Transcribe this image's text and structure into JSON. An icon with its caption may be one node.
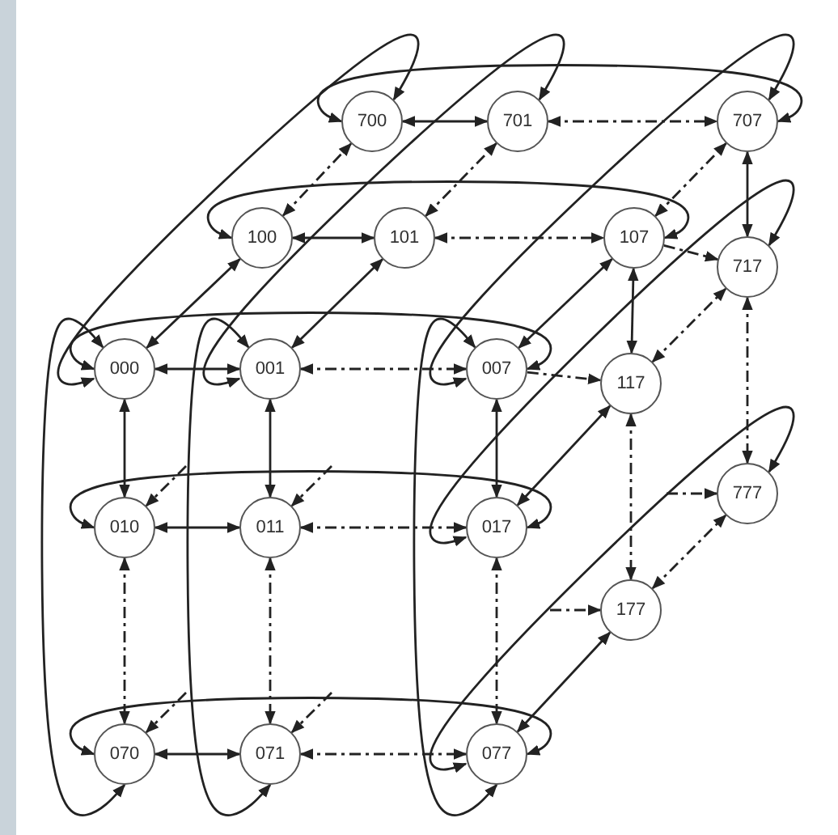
{
  "diagram": {
    "nodes": [
      {
        "text": [
          "700"
        ]
      },
      {
        "text": [
          "701"
        ]
      },
      {
        "text": [
          "707"
        ]
      },
      {
        "text": [
          "100"
        ]
      },
      {
        "text": [
          "101"
        ]
      },
      {
        "text": [
          "107"
        ]
      },
      {
        "text": [
          "717"
        ]
      },
      {
        "text": [
          "000"
        ]
      },
      {
        "text": [
          "001"
        ]
      },
      {
        "text": [
          "007"
        ]
      },
      {
        "text": [
          "117"
        ]
      },
      {
        "text": [
          "010"
        ]
      },
      {
        "text": [
          "011"
        ]
      },
      {
        "text": [
          "017"
        ]
      },
      {
        "text": [
          "777"
        ]
      },
      {
        "text": [
          "177"
        ]
      },
      {
        "text": [
          "070"
        ]
      },
      {
        "text": [
          "071"
        ]
      },
      {
        "text": [
          "077"
        ]
      }
    ],
    "edges": [
      {
        "from": 7,
        "to": 8,
        "arrow": "both"
      },
      {
        "from": 8,
        "to": 9,
        "arrow": "both",
        "style": "dashed"
      },
      {
        "from": 11,
        "to": 12,
        "arrow": "both"
      },
      {
        "from": 12,
        "to": 13,
        "arrow": "both",
        "style": "dashed"
      },
      {
        "from": 16,
        "to": 17,
        "arrow": "both"
      },
      {
        "from": 17,
        "to": 18,
        "arrow": "both",
        "style": "dashed"
      },
      {
        "from": 3,
        "to": 4,
        "arrow": "both"
      },
      {
        "from": 4,
        "to": 5,
        "arrow": "both",
        "style": "dashed"
      },
      {
        "from": 0,
        "to": 1,
        "arrow": "both"
      },
      {
        "from": 1,
        "to": 2,
        "arrow": "both",
        "style": "dashed"
      },
      {
        "from": 7,
        "to": 11,
        "arrow": "both"
      },
      {
        "from": 11,
        "to": 16,
        "arrow": "both",
        "style": "dashed"
      },
      {
        "from": 8,
        "to": 12,
        "arrow": "both"
      },
      {
        "from": 12,
        "to": 17,
        "arrow": "both",
        "style": "dashed"
      },
      {
        "from": 9,
        "to": 13,
        "arrow": "both"
      },
      {
        "from": 13,
        "to": 18,
        "arrow": "both",
        "style": "dashed"
      },
      {
        "from": 2,
        "to": 6,
        "arrow": "both"
      },
      {
        "from": 6,
        "to": 14,
        "arrow": "both",
        "style": "dashed"
      },
      {
        "from": 5,
        "to": 10,
        "arrow": "both"
      },
      {
        "from": 10,
        "to": 15,
        "arrow": "both",
        "style": "dashed"
      },
      {
        "from": 7,
        "to": 3,
        "arrow": "both"
      },
      {
        "from": 3,
        "to": 0,
        "arrow": "both",
        "style": "dashed"
      },
      {
        "from": 8,
        "to": 4,
        "arrow": "both"
      },
      {
        "from": 4,
        "to": 1,
        "arrow": "both",
        "style": "dashed"
      },
      {
        "from": 9,
        "to": 5,
        "arrow": "both"
      },
      {
        "from": 5,
        "to": 2,
        "arrow": "both",
        "style": "dashed"
      },
      {
        "from": 13,
        "to": 10,
        "arrow": "both"
      },
      {
        "from": 10,
        "to": 6,
        "arrow": "both",
        "style": "dashed"
      },
      {
        "from": 18,
        "to": 15,
        "arrow": "both"
      },
      {
        "from": 15,
        "to": 14,
        "arrow": "both",
        "style": "dashed"
      },
      {
        "from": 9,
        "to": 10,
        "arrow": "to",
        "style": "dashed"
      },
      {
        "from": 5,
        "to": 6,
        "arrow": "to",
        "style": "dashed"
      },
      {
        "from": 7,
        "to": 9,
        "arrow": "both"
      },
      {
        "from": 11,
        "to": 13,
        "arrow": "both"
      },
      {
        "from": 16,
        "to": 18,
        "arrow": "both"
      },
      {
        "from": 3,
        "to": 5,
        "arrow": "both"
      },
      {
        "from": 0,
        "to": 2,
        "arrow": "both"
      },
      {
        "from": 7,
        "to": 16,
        "arrow": "both"
      },
      {
        "from": 8,
        "to": 17,
        "arrow": "both"
      },
      {
        "from": 9,
        "to": 18,
        "arrow": "both"
      },
      {
        "from": 7,
        "to": 0,
        "arrow": "both"
      },
      {
        "from": 8,
        "to": 1,
        "arrow": "both"
      },
      {
        "from": 9,
        "to": 2,
        "arrow": "both"
      },
      {
        "from": 13,
        "to": 6,
        "arrow": "both"
      },
      {
        "from": 18,
        "to": 14,
        "arrow": "both"
      },
      {
        "from": null,
        "to": 11,
        "arrow": "to",
        "style": "dashed"
      },
      {
        "from": null,
        "to": 12,
        "arrow": "to",
        "style": "dashed"
      },
      {
        "from": null,
        "to": 16,
        "arrow": "to",
        "style": "dashed"
      },
      {
        "from": null,
        "to": 17,
        "arrow": "to",
        "style": "dashed"
      },
      {
        "from": null,
        "to": 15,
        "arrow": "to",
        "style": "dashed"
      },
      {
        "from": null,
        "to": 14,
        "arrow": "to",
        "style": "dashed"
      }
    ]
  }
}
